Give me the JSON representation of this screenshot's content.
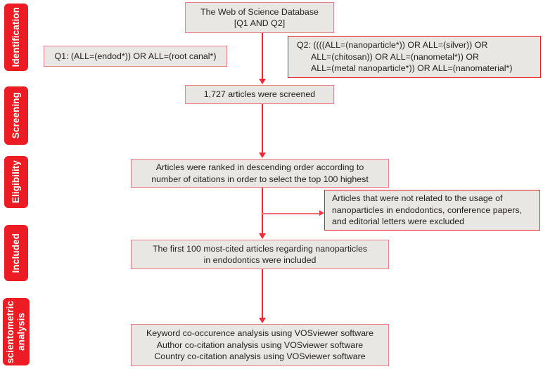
{
  "diagram": {
    "title": "PRISMA-style article selection flowchart",
    "colors": {
      "stage_tab_bg": "#ed1c24",
      "stage_tab_text": "#ffffff",
      "box_fill": "#e9e7e3",
      "box_border_soft": "#ef8089",
      "box_border_strong": "#ec1c24",
      "connector": "#ee2b34",
      "page_bg": "#ffffff",
      "box_text": "#231f20"
    }
  },
  "stages": [
    {
      "id": "identification",
      "label": "Identification"
    },
    {
      "id": "screening",
      "label": "Screening"
    },
    {
      "id": "eligibility",
      "label": "Eligibility"
    },
    {
      "id": "included",
      "label": "Included"
    },
    {
      "id": "scientometric-analysis",
      "label": "scientometric analysis"
    }
  ],
  "boxes": {
    "database": {
      "text": "The Web of Science Database\n[Q1 AND Q2]"
    },
    "query1": {
      "text": "Q1: (ALL=(endod*)) OR ALL=(root canal*)"
    },
    "query2": {
      "text": "Q2: ((((ALL=(nanoparticle*)) OR ALL=(silver)) OR\n      ALL=(chitosan)) OR ALL=(nanometal*)) OR\n      ALL=(metal nanoparticle*)) OR ALL=(nanomaterial*)"
    },
    "screened": {
      "text": "1,727 articles were screened"
    },
    "ranked": {
      "text": "Articles were ranked in descending order according to\nnumber of citations in order to select the top 100 highest"
    },
    "excluded": {
      "text": "Articles that were not related to the usage of\nnanoparticles in endodontics, conference papers,\nand editorial letters were excluded"
    },
    "included": {
      "text": "The first 100 most-cited articles regarding nanoparticles\nin endodontics were included"
    },
    "analysis": {
      "text": "Keyword co-occurence analysis using VOSviewer software\nAuthor co-citation analysis using VOSviewer software\nCountry co-citation analysis using VOSviewer software"
    }
  }
}
